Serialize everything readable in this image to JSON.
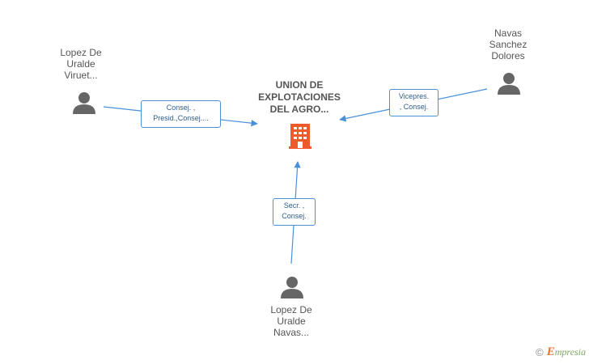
{
  "company": {
    "name": "UNION DE\nEXPLOTACIONES\nDEL AGRO...",
    "icon": "building-icon",
    "color": "#f05a2a"
  },
  "persons": [
    {
      "id": "left",
      "name": "Lopez De\nUralde\nViruet...",
      "icon": "person-icon"
    },
    {
      "id": "right",
      "name": "Navas\nSanchez\nDolores",
      "icon": "person-icon"
    },
    {
      "id": "bottom",
      "name": "Lopez De\nUralde\nNavas...",
      "icon": "person-icon"
    }
  ],
  "roles": [
    {
      "id": "left",
      "label": "Consej. ,\nPresid.,Consej...."
    },
    {
      "id": "right",
      "label": "Vicepres.\n, Consej."
    },
    {
      "id": "bottom",
      "label": "Secr. ,\nConsej."
    }
  ],
  "footer": {
    "copyright_symbol": "©",
    "brand_initial": "E",
    "brand_rest": "mpresia"
  },
  "colors": {
    "edge": "#4a90d9",
    "node_text": "#555555",
    "person_icon": "#666666"
  }
}
